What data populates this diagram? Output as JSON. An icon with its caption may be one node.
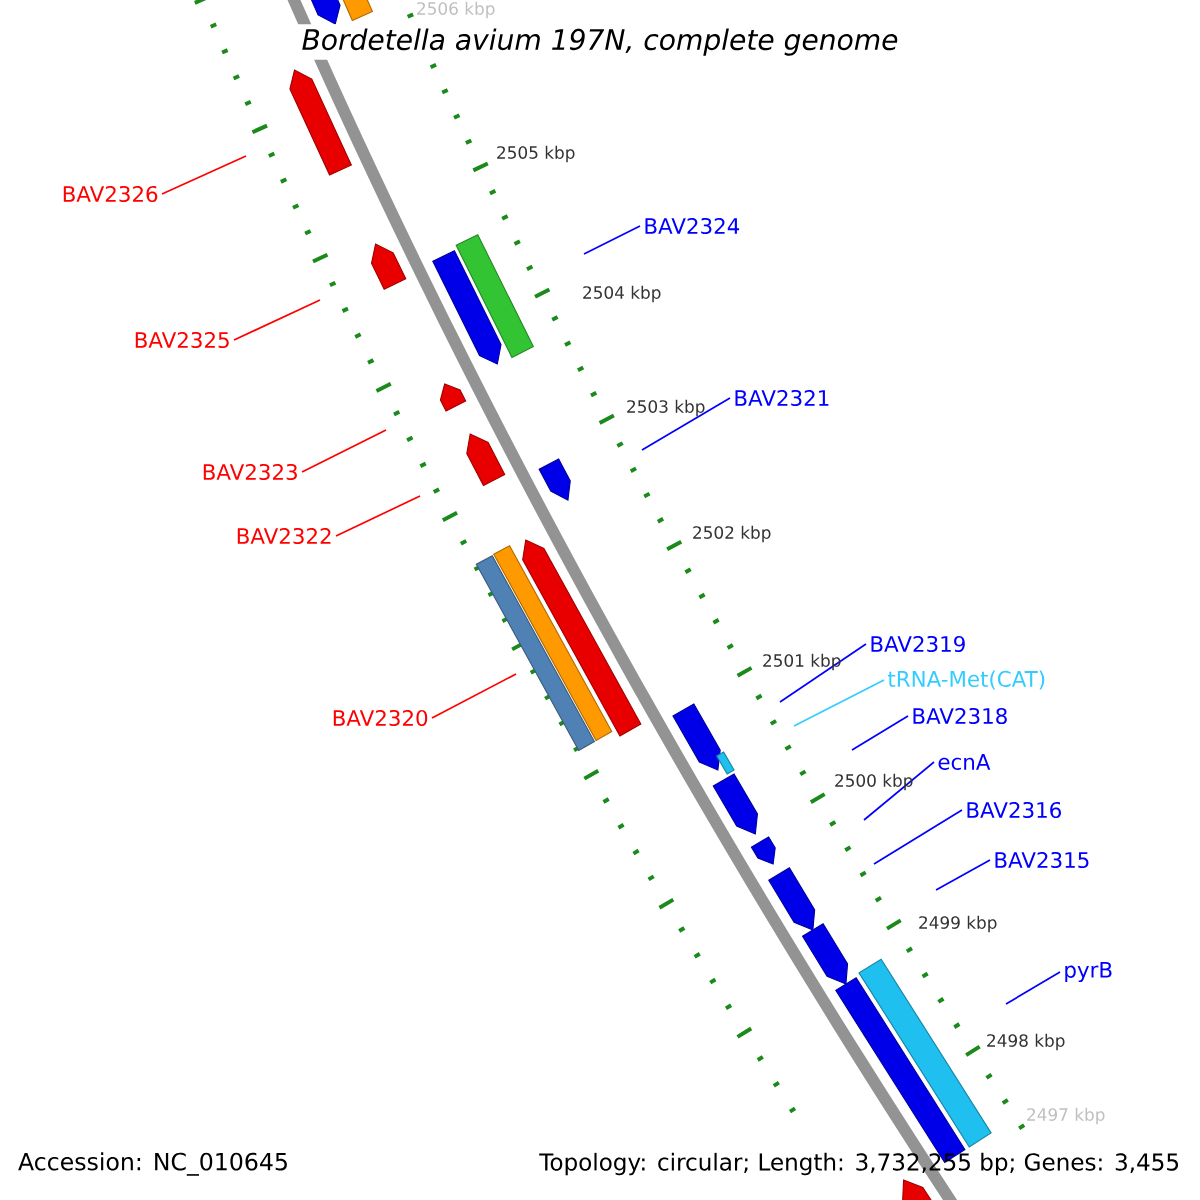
{
  "diagram": {
    "title": "Bordetella avium 197N, complete genome",
    "nodes": [
      {
        "text": [
          "BAV2326"
        ]
      },
      {
        "text": [
          "BAV2324"
        ]
      },
      {
        "text": [
          "BAV2325"
        ]
      },
      {
        "text": [
          "BAV2321"
        ]
      },
      {
        "text": [
          "BAV2323"
        ]
      },
      {
        "text": [
          "BAV2322"
        ]
      },
      {
        "text": [
          "BAV2319"
        ]
      },
      {
        "text": [
          "tRNA-Met(CAT)"
        ]
      },
      {
        "text": [
          "BAV2320"
        ]
      },
      {
        "text": [
          "BAV2318"
        ]
      },
      {
        "text": [
          "ecnA"
        ]
      },
      {
        "text": [
          "BAV2316"
        ]
      },
      {
        "text": [
          "BAV2315"
        ]
      },
      {
        "text": [
          "pyrB"
        ]
      }
    ],
    "edges": [
      {
        "from": 0,
        "to": null,
        "arrow": "none",
        "color": "#ff0000"
      },
      {
        "from": 1,
        "to": null,
        "arrow": "none"
      },
      {
        "from": 2,
        "to": null,
        "arrow": "none",
        "color": "#ff0000"
      },
      {
        "from": 3,
        "to": null,
        "arrow": "none"
      },
      {
        "from": 4,
        "to": null,
        "arrow": "none",
        "color": "#ff0000"
      },
      {
        "from": 5,
        "to": null,
        "arrow": "none",
        "color": "#ff0000"
      },
      {
        "from": 6,
        "to": null,
        "arrow": "none"
      },
      {
        "from": 7,
        "to": null,
        "arrow": "none",
        "color": "#33ccff"
      },
      {
        "from": 8,
        "to": null,
        "arrow": "none",
        "color": "#ff0000"
      },
      {
        "from": 9,
        "to": null,
        "arrow": "none"
      },
      {
        "from": 10,
        "to": null,
        "arrow": "none"
      },
      {
        "from": 11,
        "to": null,
        "arrow": "none"
      },
      {
        "from": 12,
        "to": null,
        "arrow": "none"
      },
      {
        "from": 13,
        "to": null,
        "arrow": "none"
      }
    ],
    "labels": [
      "2506 kbp",
      "2505 kbp",
      "2504 kbp",
      "2503 kbp",
      "2502 kbp",
      "2501 kbp",
      "2500 kbp",
      "2499 kbp",
      "2498 kbp",
      "2497 kbp",
      "Accession: NC_010645",
      "Topology: circular; Length: 3,732,255 bp; Genes: 3,455"
    ]
  }
}
